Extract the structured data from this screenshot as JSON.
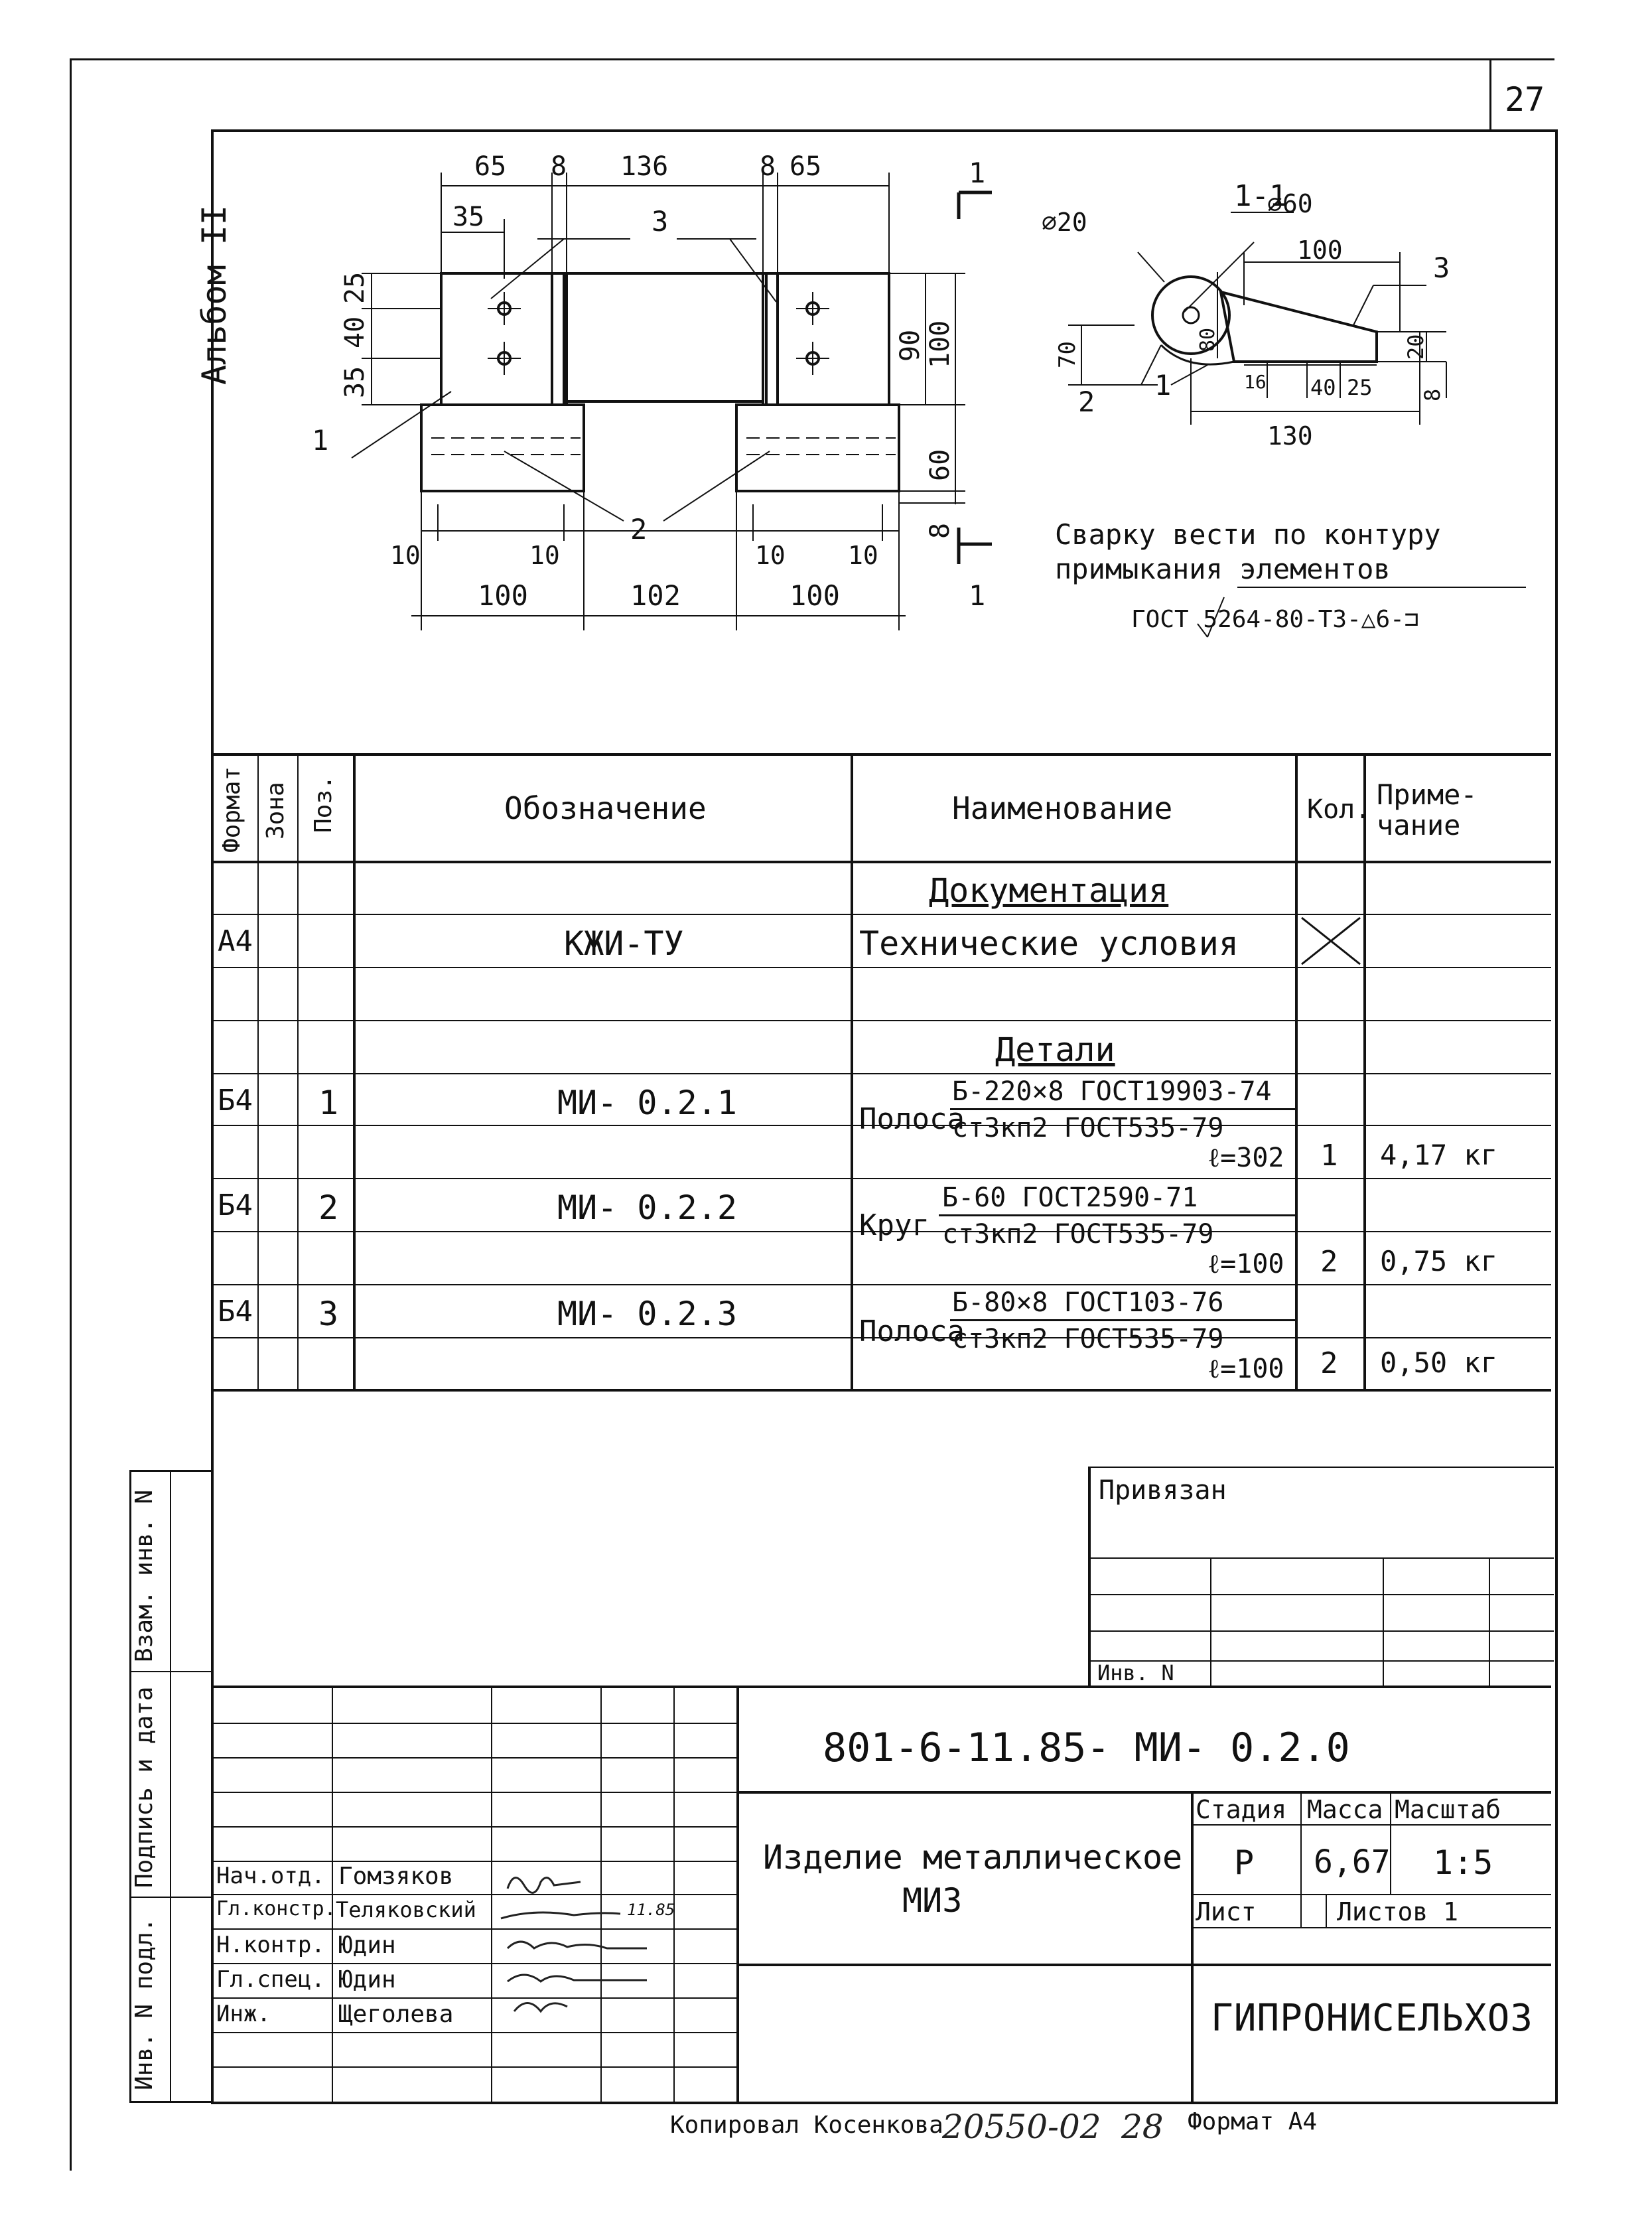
{
  "sheet_number": "27",
  "album_label": "Альбом II",
  "drawing": {
    "dims_top": [
      "65",
      "8",
      "136",
      "8",
      "65"
    ],
    "dim_35": "35",
    "dims_left": [
      "25",
      "40",
      "35"
    ],
    "dims_right": [
      "90",
      "100",
      "60",
      "8"
    ],
    "dims_bottom_small": [
      "10",
      "10",
      "10",
      "10"
    ],
    "dims_bottom": [
      "100",
      "102",
      "100"
    ],
    "part_labels": [
      "1",
      "2",
      "3"
    ],
    "section_marker": "1",
    "section": {
      "title": "1-1",
      "d1": "⌀20",
      "d2": "⌀60",
      "dims": [
        "100",
        "70",
        "80",
        "16",
        "40",
        "25",
        "130",
        "20",
        "8"
      ],
      "labels": [
        "2",
        "1",
        "3"
      ]
    },
    "weld_note_line1": "Сварку вести по контуру",
    "weld_note_line2": "примыкания элементов",
    "weld_spec": "ГОСТ 5264-80-Т3-△6-⊐"
  },
  "spec_table": {
    "headers": {
      "format": "Формат",
      "zone": "Зона",
      "pos": "Поз.",
      "designation": "Обозначение",
      "name": "Наименование",
      "qty": "Кол.",
      "note": "Приме-чание"
    },
    "section_docs": "Документация",
    "section_parts": "Детали",
    "doc_row": {
      "format": "А4",
      "designation": "КЖИ-ТУ",
      "name": "Технические условия"
    },
    "parts": [
      {
        "format": "Б4",
        "pos": "1",
        "designation": "МИ- 0.2.1",
        "name_prefix": "Полоса",
        "numerator": "Б-220×8 ГОСТ19903-74",
        "denominator": "ст3кп2 ГОСТ535-79",
        "length": "ℓ=302",
        "qty": "1",
        "note": "4,17 кг"
      },
      {
        "format": "Б4",
        "pos": "2",
        "designation": "МИ- 0.2.2",
        "name_prefix": "Круг",
        "numerator": "Б-60 ГОСТ2590-71",
        "denominator": "ст3кп2 ГОСТ535-79",
        "length": "ℓ=100",
        "qty": "2",
        "note": "0,75 кг"
      },
      {
        "format": "Б4",
        "pos": "3",
        "designation": "МИ- 0.2.3",
        "name_prefix": "Полоса",
        "numerator": "Б-80×8 ГОСТ103-76",
        "denominator": "ст3кп2 ГОСТ535-79",
        "length": "ℓ=100",
        "qty": "2",
        "note": "0,50 кг"
      }
    ]
  },
  "privyazan": {
    "label": "Привязан",
    "inv_label": "Инв. N"
  },
  "left_margin": {
    "inv_podl": "Инв. N подл.",
    "podpis_data": "Подпись и дата",
    "vzam_inv": "Взам. инв. N"
  },
  "title_block": {
    "code": "801-6-11.85- МИ- 0.2.0",
    "name_line1": "Изделие металлическое",
    "name_line2": "МИЗ",
    "stage_label": "Стадия",
    "mass_label": "Масса",
    "scale_label": "Масштаб",
    "stage": "Р",
    "mass": "6,67",
    "scale": "1:5",
    "sheet_label": "Лист",
    "sheets_label": "Листов 1",
    "org": "ГИПРОНИСЕЛЬХОЗ",
    "signatures": [
      {
        "role": "Нач.отд.",
        "name": "Гомзяков"
      },
      {
        "role": "Гл.констр.",
        "name": "Теляковский"
      },
      {
        "role": "Н.контр.",
        "name": "Юдин"
      },
      {
        "role": "Гл.спец.",
        "name": "Юдин"
      },
      {
        "role": "Инж.",
        "name": "Щеголева"
      }
    ],
    "date_mark": "11.85"
  },
  "footer": {
    "copied_by": "Копировал Косенкова",
    "number": "20550-02",
    "page": "28",
    "format": "Формат А4"
  }
}
